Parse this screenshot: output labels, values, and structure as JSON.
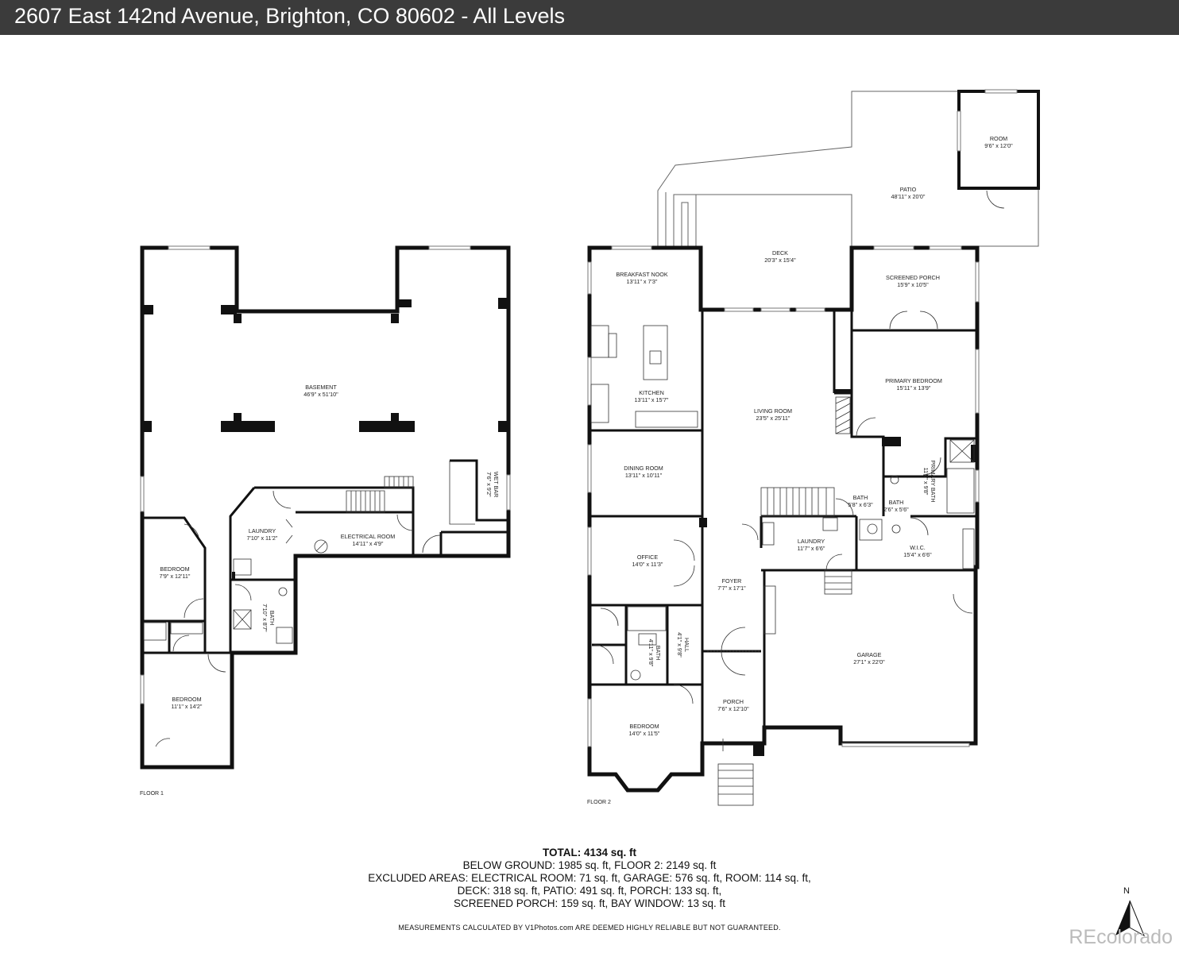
{
  "header": {
    "title": "2607 East 142nd Avenue, Brighton, CO 80602 - All Levels"
  },
  "floor1": {
    "label": "FLOOR 1",
    "rooms": [
      {
        "name": "BASEMENT",
        "dims": "46'9\" x 51'10\""
      },
      {
        "name": "LAUNDRY",
        "dims": "7'10\" x 11'2\""
      },
      {
        "name": "ELECTRICAL ROOM",
        "dims": "14'11\" x 4'9\""
      },
      {
        "name": "WET BAR",
        "dims": "7'6\" x 9'2\""
      },
      {
        "name": "BEDROOM",
        "dims": "7'9\" x 12'11\""
      },
      {
        "name": "BATH",
        "dims": "7'10\" x 8'7\""
      },
      {
        "name": "BEDROOM",
        "dims": "11'1\" x 14'2\""
      }
    ]
  },
  "floor2": {
    "label": "FLOOR 2",
    "rooms": [
      {
        "name": "ROOM",
        "dims": "9'6\" x 12'0\""
      },
      {
        "name": "PATIO",
        "dims": "48'11\" x 20'0\""
      },
      {
        "name": "DECK",
        "dims": "20'3\" x 15'4\""
      },
      {
        "name": "BREAKFAST NOOK",
        "dims": "13'11\" x 7'3\""
      },
      {
        "name": "SCREENED PORCH",
        "dims": "15'9\" x 10'5\""
      },
      {
        "name": "KITCHEN",
        "dims": "13'11\" x 15'7\""
      },
      {
        "name": "LIVING ROOM",
        "dims": "23'5\" x 25'11\""
      },
      {
        "name": "PRIMARY BEDROOM",
        "dims": "15'11\" x 13'9\""
      },
      {
        "name": "DINING ROOM",
        "dims": "13'11\" x 10'11\""
      },
      {
        "name": "PRIMARY BATH",
        "dims": "11'5\" x 9'8\""
      },
      {
        "name": "BATH",
        "dims": "5'8\" x 6'3\""
      },
      {
        "name": "BATH",
        "dims": "2'6\" x 5'6\""
      },
      {
        "name": "LAUNDRY",
        "dims": "11'7\" x 6'6\""
      },
      {
        "name": "W.I.C.",
        "dims": "15'4\" x 6'6\""
      },
      {
        "name": "OFFICE",
        "dims": "14'0\" x 11'3\""
      },
      {
        "name": "FOYER",
        "dims": "7'7\" x 17'1\""
      },
      {
        "name": "HALL",
        "dims": "4'1\" x 9'8\""
      },
      {
        "name": "BATH",
        "dims": "4'11\" x 9'8\""
      },
      {
        "name": "GARAGE",
        "dims": "27'1\" x 22'0\""
      },
      {
        "name": "PORCH",
        "dims": "7'6\" x 12'10\""
      },
      {
        "name": "BEDROOM",
        "dims": "14'0\" x 11'5\""
      }
    ]
  },
  "summary": {
    "total": "TOTAL: 4134 sq. ft",
    "lines": [
      "BELOW GROUND: 1985 sq. ft, FLOOR 2: 2149 sq. ft",
      "EXCLUDED AREAS: ELECTRICAL ROOM: 71 sq. ft, GARAGE: 576 sq. ft, ROOM: 114 sq. ft,",
      "DECK: 318 sq. ft, PATIO: 491 sq. ft, PORCH: 133 sq. ft,",
      "SCREENED PORCH: 159 sq. ft, BAY WINDOW: 13 sq. ft"
    ],
    "disclaimer": "MEASUREMENTS CALCULATED BY V1Photos.com ARE DEEMED HIGHLY RELIABLE BUT NOT GUARANTEED."
  },
  "compass": {
    "letter": "N",
    "icon": "north-arrow-icon"
  },
  "branding": {
    "name": "REcolorado",
    "color": "#bbbbbb"
  },
  "colors": {
    "titlebar": "#3b3b3b",
    "walls": "#111111"
  }
}
